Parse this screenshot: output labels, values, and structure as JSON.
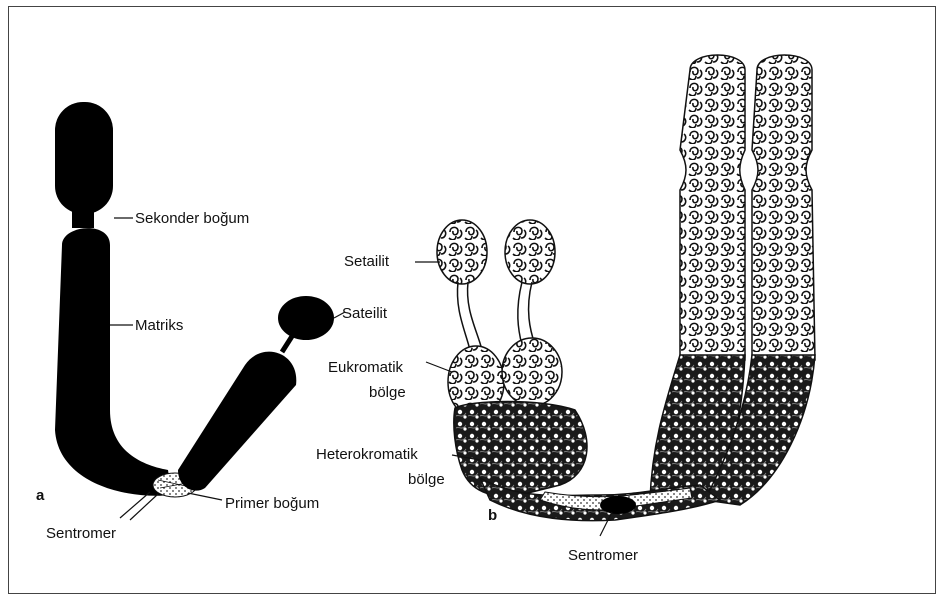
{
  "panel_a": {
    "letter": "a",
    "labels": {
      "sekonder_bogum": "Sekonder boğum",
      "matriks": "Matriks",
      "sateilit": "Sateilit",
      "primer_bogum": "Primer boğum",
      "sentromer": "Sentromer"
    }
  },
  "panel_b": {
    "letter": "b",
    "labels": {
      "setailit": "Setailit",
      "eukromatik_1": "Eukromatik",
      "eukromatik_2": "bölge",
      "heterokromatik_1": "Heterokromatik",
      "heterokromatik_2": "bölge",
      "sentromer": "Sentromer"
    }
  }
}
